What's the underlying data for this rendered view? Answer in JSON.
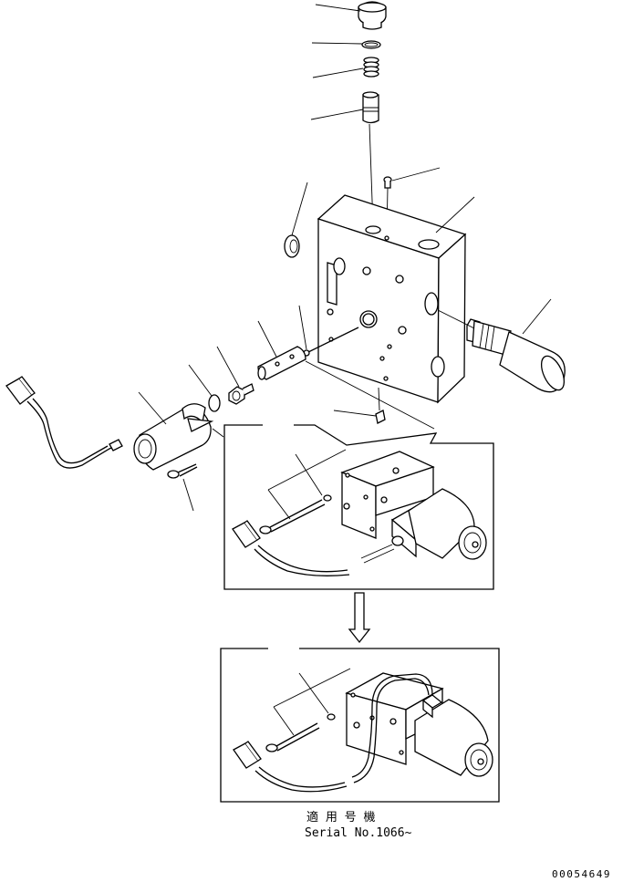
{
  "caption": {
    "applicable_label": "適 用 号 機",
    "serial_label": "Serial No.1066~"
  },
  "drawing_number": "00054649"
}
